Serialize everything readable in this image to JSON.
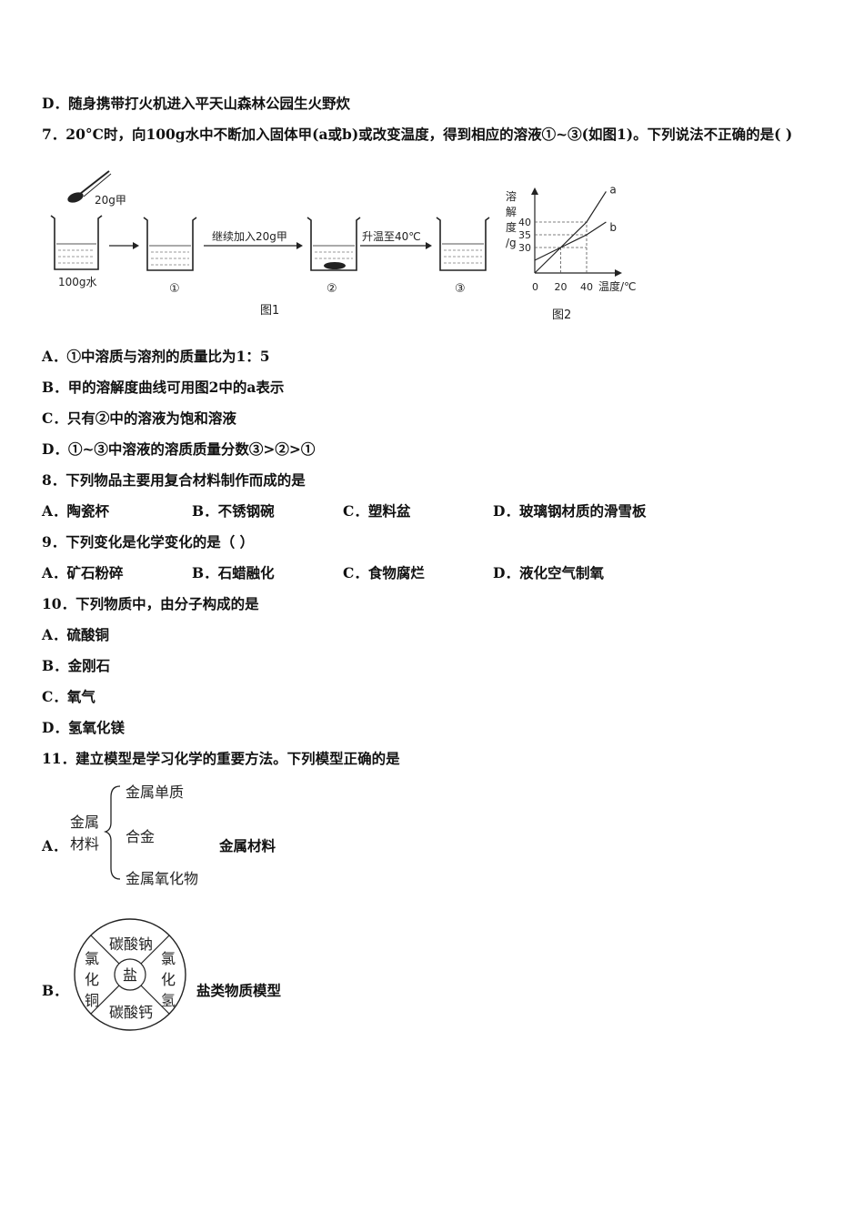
{
  "q6": {
    "option_d": "D．随身携带打火机进入平天山森林公园生火野炊"
  },
  "q7": {
    "stem": "7．20°C时，向100g水中不断加入固体甲(a或b)或改变温度，得到相应的溶液①~③(如图1)。下列说法不正确的是( )",
    "figure1": {
      "spoon_label": "20g甲",
      "water_label": "100g水",
      "arrow2_label": "继续加入20g甲",
      "arrow3_label": "升温至40℃",
      "beaker_labels": [
        "①",
        "②",
        "③"
      ],
      "caption": "图1"
    },
    "figure2": {
      "ylabel_chars": [
        "溶",
        "解",
        "度",
        "/g"
      ],
      "yticks": [
        "40",
        "35",
        "30"
      ],
      "xticks": [
        "0",
        "20",
        "40"
      ],
      "xlabel": "温度/℃",
      "caption": "图2",
      "series": [
        {
          "name": "a",
          "points": [
            [
              0,
              20
            ],
            [
              20,
              30
            ],
            [
              40,
              40
            ],
            [
              55,
              52
            ]
          ]
        },
        {
          "name": "b",
          "points": [
            [
              0,
              25
            ],
            [
              20,
              30
            ],
            [
              40,
              35
            ],
            [
              55,
              40
            ]
          ]
        }
      ]
    },
    "options": [
      "A．①中溶质与溶剂的质量比为1：5",
      "B．甲的溶解度曲线可用图2中的a表示",
      "C．只有②中的溶液为饱和溶液",
      "D．①~③中溶液的溶质质量分数③>②>①"
    ]
  },
  "q8": {
    "stem": "8．下列物品主要用复合材料制作而成的是",
    "options": [
      "A．陶瓷杯",
      "B．不锈钢碗",
      "C．塑料盆",
      "D．玻璃钢材质的滑雪板"
    ]
  },
  "q9": {
    "stem": "9．下列变化是化学变化的是（ ）",
    "options": [
      "A．矿石粉碎",
      "B．石蜡融化",
      "C．食物腐烂",
      "D．液化空气制氧"
    ]
  },
  "q10": {
    "stem": "10．下列物质中，由分子构成的是",
    "options": [
      "A．硫酸铜",
      "B．金刚石",
      "C．氧气",
      "D．氢氧化镁"
    ]
  },
  "q11": {
    "stem": "11．建立模型是学习化学的重要方法。下列模型正确的是",
    "option_a": {
      "letter": "A．",
      "left": [
        "金属",
        "材料"
      ],
      "branches": [
        "金属单质",
        "合金",
        "金属氧化物"
      ],
      "caption": "金属材料"
    },
    "option_b": {
      "letter": "B．",
      "center": "盐",
      "top": "碳酸钠",
      "bottom": "碳酸钙",
      "left": [
        "氯",
        "化",
        "铜"
      ],
      "right": [
        "氯",
        "化",
        "氢"
      ],
      "caption": "盐类物质模型"
    }
  }
}
